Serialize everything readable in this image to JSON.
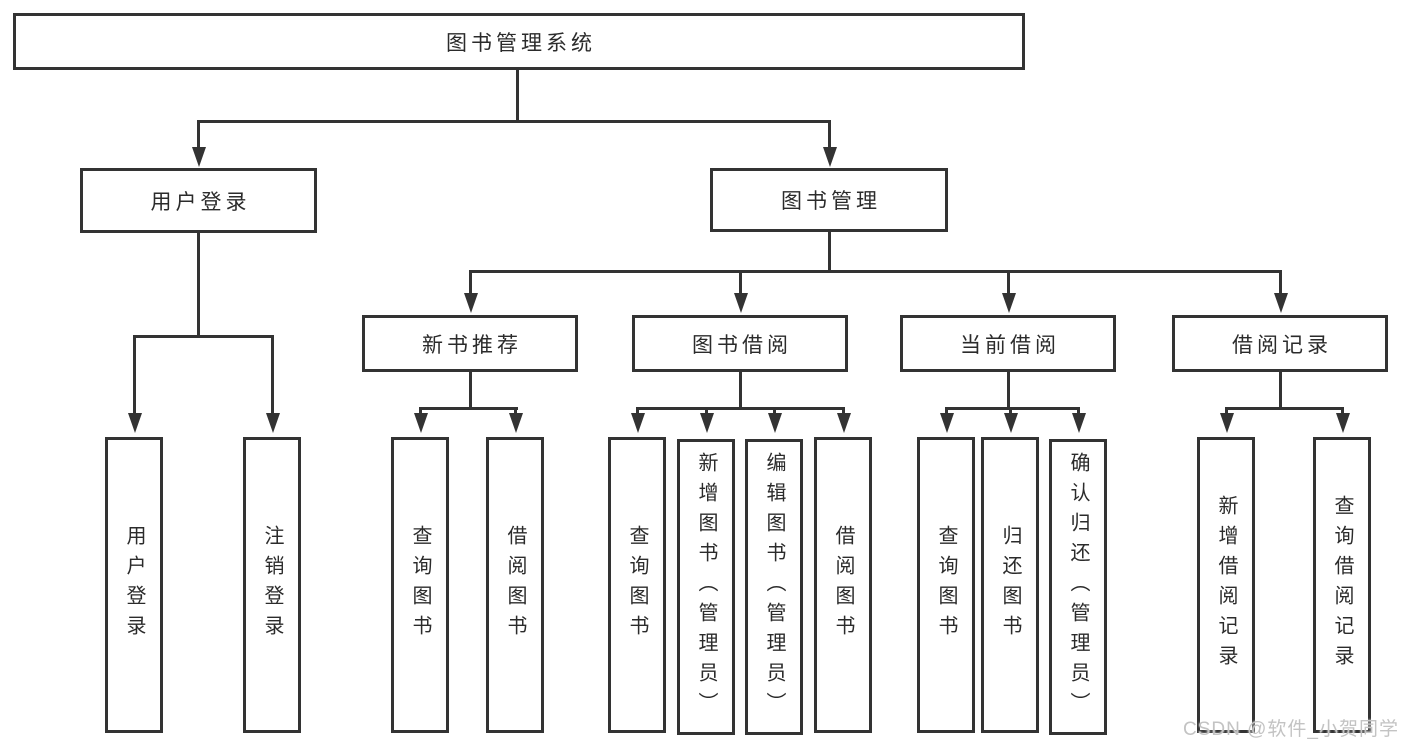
{
  "tree": {
    "root": "图书管理系统",
    "children": [
      {
        "label": "用户登录",
        "children": [
          "用户登录",
          "注销登录"
        ]
      },
      {
        "label": "图书管理",
        "children": [
          {
            "label": "新书推荐",
            "children": [
              "查询图书",
              "借阅图书"
            ]
          },
          {
            "label": "图书借阅",
            "children": [
              "查询图书",
              "新增图书（管理员）",
              "编辑图书（管理员）",
              "借阅图书"
            ]
          },
          {
            "label": "当前借阅",
            "children": [
              "查询图书",
              "归还图书",
              "确认归还（管理员）"
            ]
          },
          {
            "label": "借阅记录",
            "children": [
              "新增借阅记录",
              "查询借阅记录"
            ]
          }
        ]
      }
    ]
  },
  "watermark": {
    "text": "CSDN @软件_小贺同学"
  },
  "colors": {
    "line": "#333333",
    "text": "#2b2b2b",
    "background": "#ffffff",
    "watermark_text": "#c3c3c3"
  }
}
